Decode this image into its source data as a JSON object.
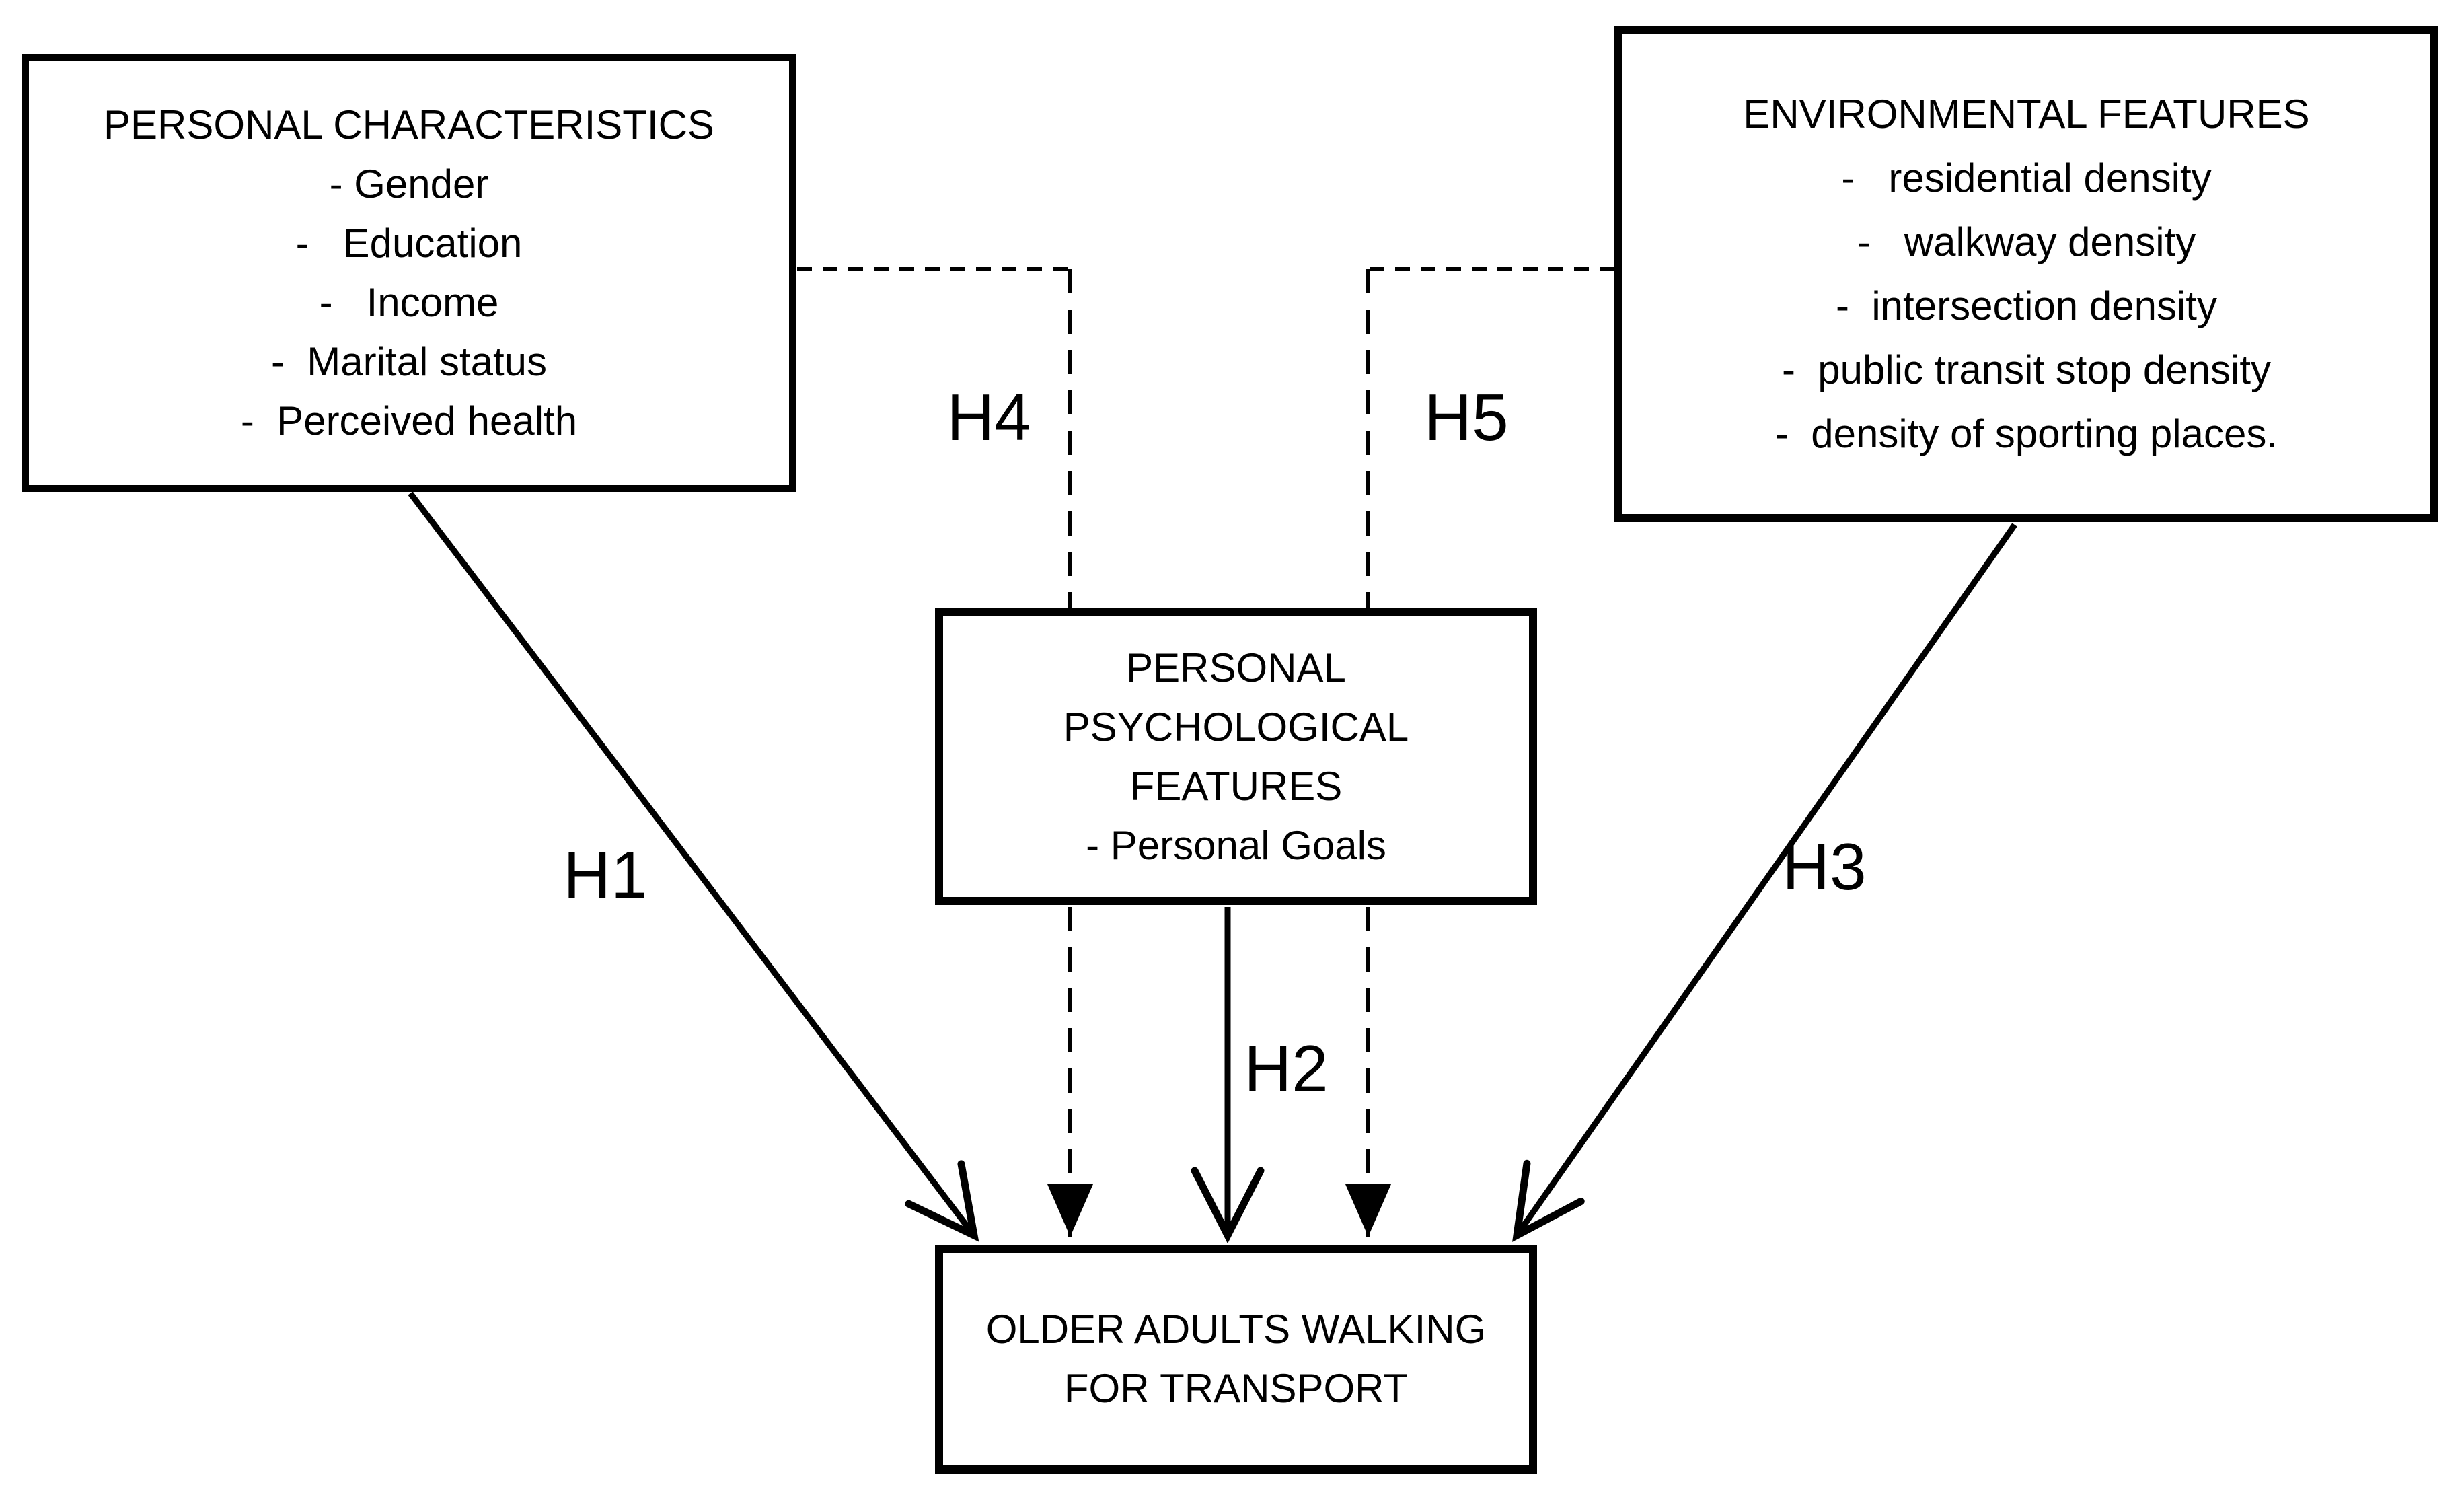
{
  "page": {
    "background_color": "#ffffff",
    "ink_color": "#000000",
    "description": "Conceptual model of hypotheses H1-H5 linking personal characteristics, environmental features and personal psychological features to older adults walking for transport"
  },
  "boxes": {
    "personal_characteristics": {
      "title": "PERSONAL CHARACTERISTICS",
      "items": [
        "- Gender",
        "-   Education",
        "-   Income",
        "-  Marital status",
        "-  Perceived health"
      ]
    },
    "environmental_features": {
      "title": "ENVIRONMENTAL FEATURES",
      "items": [
        "-   residential density",
        "-   walkway density",
        "-  intersection density",
        "-  public transit stop density",
        "-  density of sporting places."
      ]
    },
    "personal_psychological_features": {
      "title_lines": [
        "PERSONAL",
        "PSYCHOLOGICAL",
        "FEATURES"
      ],
      "items": [
        "- Personal Goals"
      ]
    },
    "outcome": {
      "title_lines": [
        "OLDER ADULTS WALKING",
        "FOR TRANSPORT"
      ]
    }
  },
  "hypotheses": {
    "h1": "H1",
    "h2": "H2",
    "h3": "H3",
    "h4": "H4",
    "h5": "H5"
  }
}
